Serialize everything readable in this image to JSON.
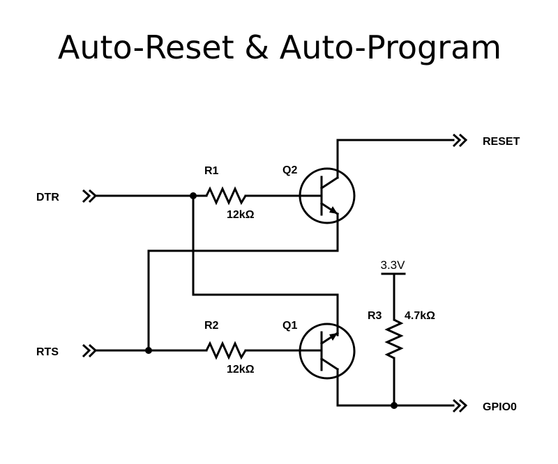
{
  "title": "Auto-Reset & Auto-Program",
  "signals": {
    "dtr": "DTR",
    "rts": "RTS",
    "reset": "RESET",
    "gpio0": "GPIO0"
  },
  "components": {
    "r1": {
      "ref": "R1",
      "value": "12kΩ"
    },
    "r2": {
      "ref": "R2",
      "value": "12kΩ"
    },
    "r3": {
      "ref": "R3",
      "value": "4.7kΩ"
    },
    "q1": {
      "ref": "Q1",
      "type": "NPN"
    },
    "q2": {
      "ref": "Q2",
      "type": "NPN"
    }
  },
  "power": {
    "rail": "3.3V"
  },
  "colors": {
    "ink": "#000000",
    "background": "#ffffff"
  }
}
